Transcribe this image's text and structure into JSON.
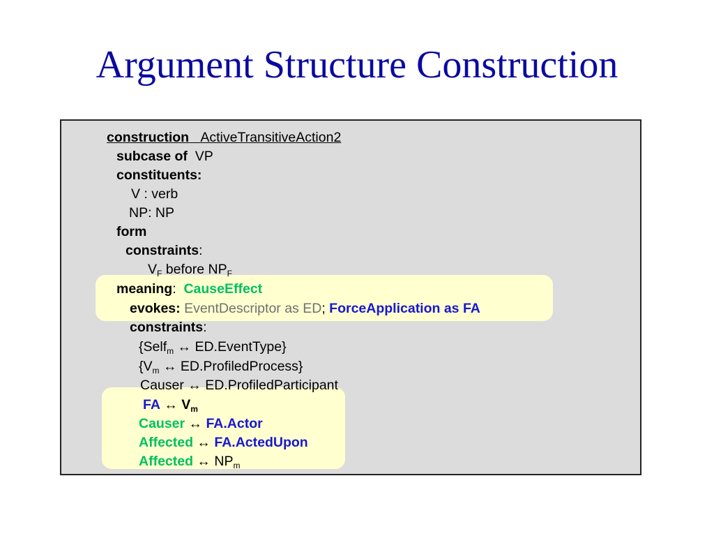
{
  "title": "Argument Structure Construction",
  "lines": {
    "l1": {
      "kw": "construction",
      "name": "ActiveTransitiveAction2"
    },
    "l2": {
      "kw": "subcase of",
      "val": "VP"
    },
    "l3": {
      "kw": "constituents:"
    },
    "l4": {
      "val": "V : verb"
    },
    "l5": {
      "val": "NP: NP"
    },
    "l6": {
      "kw": "form"
    },
    "l7": {
      "kw": "constraints",
      "colon": ":"
    },
    "l8": {
      "v": "V",
      "v_sub": "F",
      "mid": " before NP",
      "np_sub": "F"
    },
    "l9": {
      "kw": "meaning",
      "colon": ":",
      "val": "CauseEffect"
    },
    "l10": {
      "kw": "evokes:",
      "ed": "EventDescriptor as ED",
      "sep": ";",
      "fa": "ForceApplication as FA"
    },
    "l11": {
      "kw": "constraints",
      "colon": ":"
    },
    "l12": {
      "a": "{Self",
      "a_sub": "m",
      "b": " ↔ ED.EventType}"
    },
    "l13": {
      "a": "{V",
      "a_sub": "m",
      "b": " ↔ ED.ProfiledProcess}"
    },
    "l14": {
      "val": "Causer ↔ ED.ProfiledParticipant"
    },
    "l15": {
      "a": "FA",
      "arrow": " ↔ ",
      "b": "V",
      "b_sub": "m"
    },
    "l16": {
      "a": "Causer",
      "arrow": " ↔ ",
      "b": "FA.Actor"
    },
    "l17": {
      "a": "Affected",
      "arrow": " ↔ ",
      "b": "FA.ActedUpon"
    },
    "l18": {
      "a": "Affected",
      "arrow": " ↔ ",
      "b": "NP",
      "b_sub": "m"
    }
  }
}
